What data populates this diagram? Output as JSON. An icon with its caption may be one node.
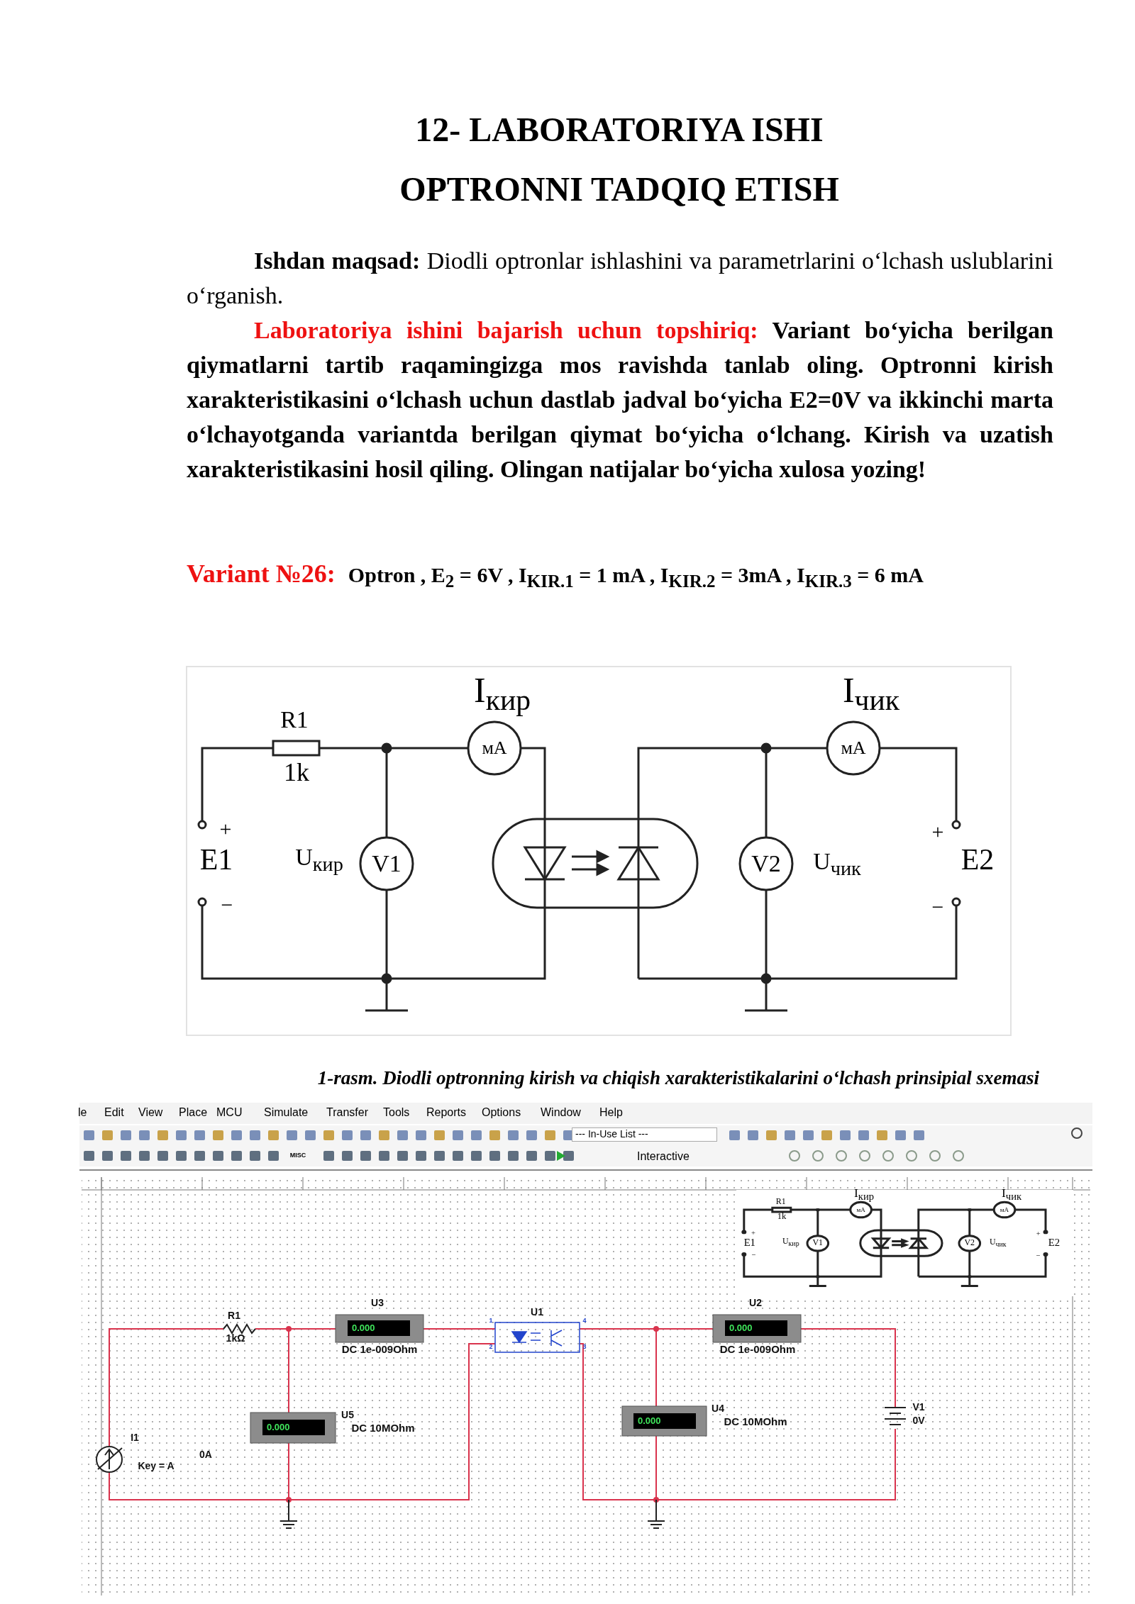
{
  "diagram": {
    "caption": "1-rasm. Diodli optronning kirish va chiqish xarakteristikalarini o‘lchash prinsipial sxemasi",
    "labels": [
      "12- LABORATORIYA ISHI",
      "OPTRONNI TADQIQ ETISH",
      "**Ishdan maqsad:** Diodli optronlar ishlashini va parametrlarini o‘lchash uslublarini o‘rganish.",
      "Laboratoriya ishini bajarish uchun topshiriq:",
      "Variant bo‘yicha berilgan qiymatlarni tartib raqamingizga mos ravishda tanlab oling. Optronni kirish xarakteristikasini o‘lchash uchun dastlab jadval bo‘yicha E2=0V va ikkinchi marta o‘lchayotganda variantda berilgan qiymat bo‘yicha o‘lchang. Kirish va uzatish xarakteristikasini hosil qiling. Olingan natijalar bo‘yicha xulosa yozing!",
      "Variant №26:",
      "Optron , E$_{2}$ = 6V , I$_{KIR.1}$ = 1 mA , I$_{KIR.2}$ = 3mA , I$_{KIR.3}$ = 6 mA",
      "R1",
      "1k",
      "I$_{кир}$",
      "мА",
      "I$_{чик}$",
      "мА",
      "+",
      "E1",
      "−",
      "U$_{кир}$",
      "V1",
      "V2",
      "U$_{чик}$",
      "+",
      "E2",
      "−",
      "le",
      "Edit",
      "View",
      "Place",
      "MCU",
      "Simulate",
      "Transfer",
      "Tools",
      "Reports",
      "Options",
      "Window",
      "Help",
      "--- In-Use List ---",
      "MISC",
      "Interactive",
      "R1",
      "1k",
      "I$_{кир}$",
      "мА",
      "I$_{чик}$",
      "мА",
      "+",
      "E1",
      "−",
      "U$_{кир}$",
      "V1",
      "V2",
      "U$_{чик}$",
      "+",
      "E2",
      "−",
      "R1",
      "1kΩ",
      "U3",
      "0.000",
      "DC  1e-009Ohm",
      "U1",
      "1",
      "2",
      "4",
      "3",
      "U2",
      "0.000",
      "DC  1e-009Ohm",
      "U5",
      "0.000",
      "DC  10MOhm",
      "U4",
      "0.000",
      "DC  10MOhm",
      "V1",
      "0V",
      "I1",
      "Key = A",
      "0A"
    ]
  }
}
